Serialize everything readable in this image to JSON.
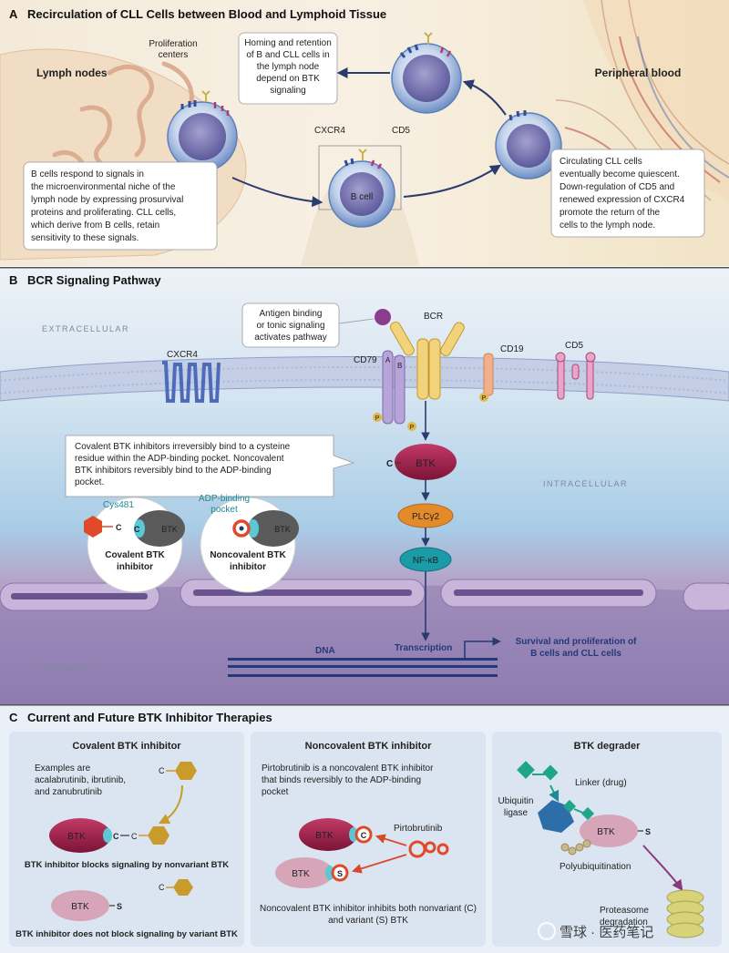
{
  "panel_a": {
    "letter": "A",
    "title": "Recirculation of CLL Cells between Blood and Lymphoid Tissue",
    "lymph_nodes": "Lymph nodes",
    "proliferation_centers": [
      "Proliferation",
      "centers"
    ],
    "peripheral_blood": "Peripheral blood",
    "homing_box": [
      "Homing and retention",
      "of B and CLL cells in",
      "the lymph node",
      "depend on BTK",
      "signaling"
    ],
    "cxcr4": "CXCR4",
    "cd5": "CD5",
    "b_cell": "B cell",
    "left_box": [
      "B cells respond to signals in",
      "the microenvironmental niche of the",
      "lymph node by expressing prosurvival",
      "proteins and proliferating. CLL cells,",
      "which derive from B cells, retain",
      "sensitivity to these signals."
    ],
    "right_box": [
      "Circulating CLL cells",
      "eventually become quiescent.",
      "Down-regulation of CD5 and",
      "renewed expression of CXCR4",
      "promote the return of the",
      "cells to the lymph node."
    ]
  },
  "panel_b": {
    "letter": "B",
    "title": "BCR Signaling Pathway",
    "extracellular": "EXTRACELLULAR",
    "intracellular": "INTRACELLULAR",
    "nucleus": "NUCLEUS",
    "antigen_box": [
      "Antigen binding",
      "or tonic signaling",
      "activates pathway"
    ],
    "bcr": "BCR",
    "cxcr4": "CXCR4",
    "cd79": "CD79",
    "cd79_a": "A",
    "cd79_b": "B",
    "cd19": "CD19",
    "cd5": "CD5",
    "p": "P",
    "c": "C",
    "btk": "BTK",
    "plcg2": "PLCγ2",
    "nfkb": "NF-κB",
    "info_box": [
      "Covalent BTK inhibitors irreversibly bind to a cysteine",
      "residue within the ADP-binding pocket. Noncovalent",
      "BTK inhibitors reversibly bind to the ADP-binding",
      "pocket."
    ],
    "cys481": "Cys481",
    "adp_pocket": [
      "ADP-binding",
      "pocket"
    ],
    "covalent_label": [
      "Covalent BTK",
      "inhibitor"
    ],
    "noncovalent_label": [
      "Noncovalent BTK",
      "inhibitor"
    ],
    "dna": "DNA",
    "transcription": "Transcription",
    "survival": [
      "Survival and proliferation of",
      "B cells and CLL cells"
    ]
  },
  "panel_c": {
    "letter": "C",
    "title": "Current and Future BTK Inhibitor Therapies",
    "covalent": {
      "title": "Covalent BTK inhibitor",
      "examples": [
        "Examples are",
        "acalabrutinib, ibrutinib,",
        "and zanubrutinib"
      ],
      "blocks": "BTK inhibitor blocks signaling by nonvariant BTK",
      "not_block": "BTK inhibitor does not block signaling by variant BTK",
      "btk": "BTK",
      "c": "C",
      "s": "S"
    },
    "noncovalent": {
      "title": "Noncovalent BTK inhibitor",
      "desc": [
        "Pirtobrutinib is a noncovalent BTK inhibitor",
        "that binds reversibly to the ADP-binding",
        "pocket"
      ],
      "pirtobrutinib": "Pirtobrutinib",
      "bottom": [
        "Noncovalent BTK inhibitor inhibits both nonvariant (C)",
        "and variant (S) BTK"
      ],
      "btk": "BTK",
      "c": "C",
      "s": "S"
    },
    "degrader": {
      "title": "BTK degrader",
      "linker": "Linker (drug)",
      "ligase": [
        "Ubiquitin",
        "ligase"
      ],
      "btk": "BTK",
      "s": "S",
      "polyubiquitination": "Polyubiquitination",
      "proteasome": [
        "Proteasome",
        "degradation"
      ]
    }
  },
  "watermark": "雪球 · 医药笔记",
  "colors": {
    "btk": "#a8204e",
    "btk_light": "#d7a5b8",
    "teal": "#1f8a95",
    "navy": "#233a78",
    "plc": "#e38a2a",
    "nfkb": "#1b9aa8",
    "drug": "#c99a2c",
    "red_drug": "#e04a2a",
    "membrane": "#c4cfe6",
    "nucleus": "#9a86b8"
  }
}
